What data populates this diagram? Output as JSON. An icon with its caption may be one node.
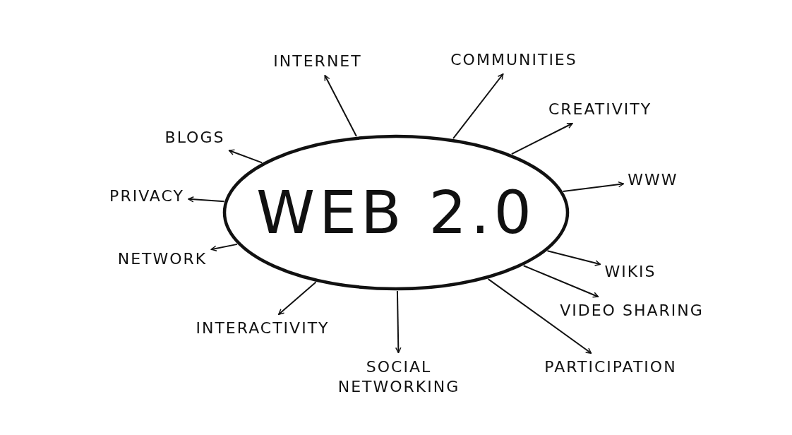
{
  "diagram": {
    "nodes": [
      {
        "text": [
          "WEB 2.0"
        ]
      },
      {
        "text": [
          "INTERNET"
        ]
      },
      {
        "text": [
          "COMMUNITIES"
        ]
      },
      {
        "text": [
          "CREATIVITY"
        ]
      },
      {
        "text": [
          "BLOGS"
        ]
      },
      {
        "text": [
          "WWW"
        ]
      },
      {
        "text": [
          "PRIVACY"
        ]
      },
      {
        "text": [
          "NETWORK"
        ]
      },
      {
        "text": [
          "WIKIS"
        ]
      },
      {
        "text": [
          "VIDEO SHARING"
        ]
      },
      {
        "text": [
          "INTERACTIVITY"
        ]
      },
      {
        "text": [
          "SOCIAL NETWORKING"
        ]
      },
      {
        "text": [
          "PARTICIPATION"
        ]
      }
    ],
    "edges": [
      {
        "from": 0,
        "to": 1,
        "arrow": "to"
      },
      {
        "from": 0,
        "to": 2,
        "arrow": "to"
      },
      {
        "from": 0,
        "to": 3,
        "arrow": "to"
      },
      {
        "from": 0,
        "to": 4,
        "arrow": "to"
      },
      {
        "from": 0,
        "to": 5,
        "arrow": "to"
      },
      {
        "from": 0,
        "to": 6,
        "arrow": "to"
      },
      {
        "from": 0,
        "to": 7,
        "arrow": "to"
      },
      {
        "from": 0,
        "to": 8,
        "arrow": "to"
      },
      {
        "from": 0,
        "to": 9,
        "arrow": "to"
      },
      {
        "from": 0,
        "to": 10,
        "arrow": "to"
      },
      {
        "from": 0,
        "to": 11,
        "arrow": "to"
      },
      {
        "from": 0,
        "to": 12,
        "arrow": "to"
      }
    ]
  }
}
